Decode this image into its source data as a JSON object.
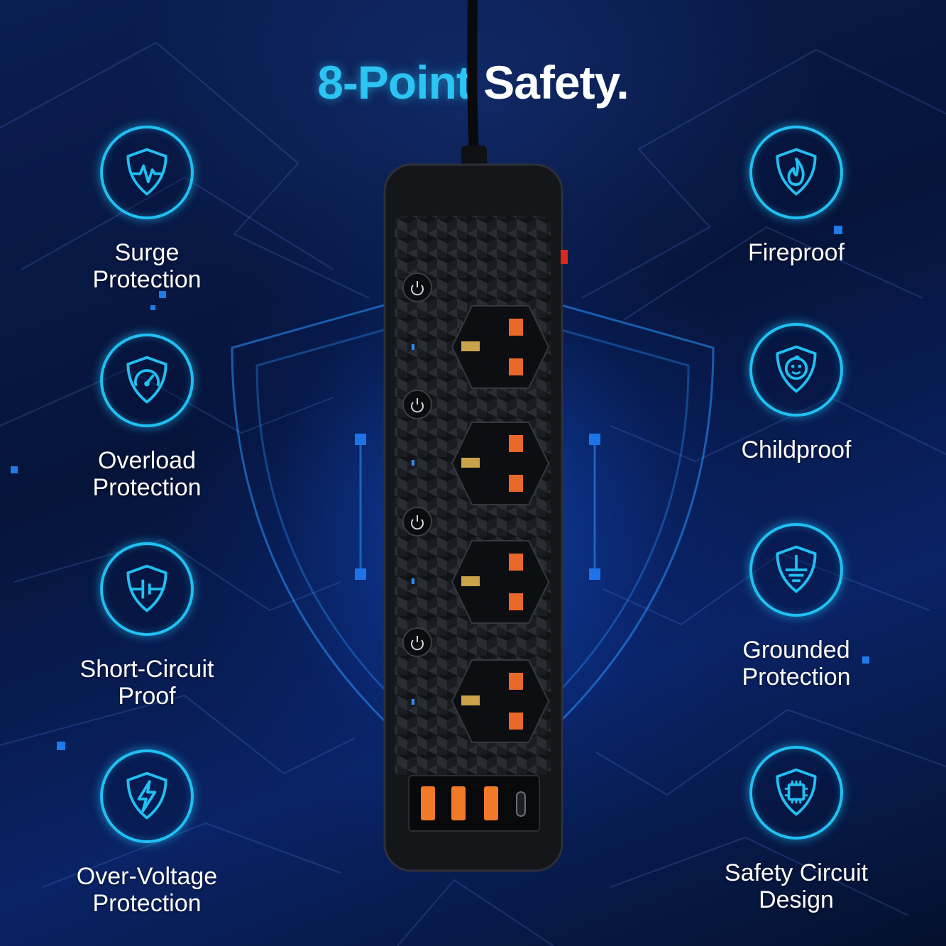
{
  "title": {
    "accent": "8-Point",
    "rest": "Safety."
  },
  "features": {
    "left": [
      {
        "label": "Surge\nProtection",
        "icon": "surge-shield-icon"
      },
      {
        "label": "Overload\nProtection",
        "icon": "gauge-shield-icon"
      },
      {
        "label": "Short-Circuit\nProof",
        "icon": "battery-shield-icon"
      },
      {
        "label": "Over-Voltage\nProtection",
        "icon": "lightning-shield-icon"
      }
    ],
    "right": [
      {
        "label": "Fireproof",
        "icon": "flame-shield-icon"
      },
      {
        "label": "Childproof",
        "icon": "baby-shield-icon"
      },
      {
        "label": "Grounded\nProtection",
        "icon": "ground-shield-icon"
      },
      {
        "label": "Safety Circuit\nDesign",
        "icon": "chip-shield-icon"
      }
    ]
  },
  "colors": {
    "accent": "#21c0f2",
    "title_accent": "#2bc4f3",
    "socket_pin": "#e8682a",
    "usb_port": "#f07a28"
  }
}
